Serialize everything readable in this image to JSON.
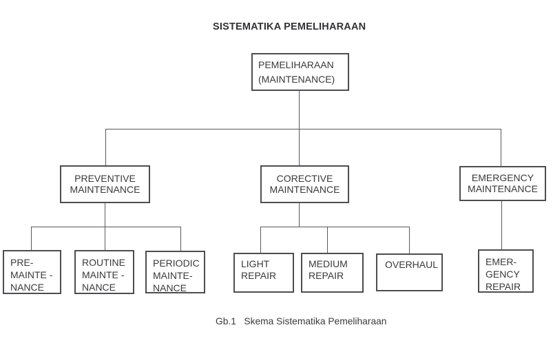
{
  "page": {
    "title": "SISTEMATIKA PEMELIHARAAN",
    "caption": "Gb.1   Skema Sistematika Pemeliharaan"
  },
  "colors": {
    "background": "#ffffff",
    "ink": "#3a3a3c",
    "line": "#58585a",
    "box_border": "#4d4d50"
  },
  "nodes": {
    "pemeliharaan": {
      "lines": [
        "PEMELIHARAAN",
        "(MAINTENANCE)"
      ]
    },
    "preventive": {
      "lines": [
        "PREVENTIVE",
        "MAINTENANCE"
      ]
    },
    "corective": {
      "lines": [
        "CORECTIVE",
        "MAINTENANCE"
      ]
    },
    "emergency": {
      "lines": [
        "EMERGENCY",
        "MAINTENANCE"
      ]
    },
    "pre_maintenance": {
      "lines": [
        "PRE-",
        "MAINTE -",
        "NANCE"
      ]
    },
    "routine_maintenance": {
      "lines": [
        "ROUTINE",
        "MAINTE -",
        "NANCE"
      ]
    },
    "periodic_maintenance": {
      "lines": [
        "PERIODIC",
        "MAINTE-",
        "NANCE"
      ]
    },
    "light_repair": {
      "lines": [
        "LIGHT",
        "REPAIR"
      ]
    },
    "medium_repair": {
      "lines": [
        "MEDIUM",
        "REPAIR"
      ]
    },
    "overhaul": {
      "lines": [
        "OVERHAUL"
      ]
    },
    "emergency_repair": {
      "lines": [
        "EMER-",
        "GENCY",
        "REPAIR"
      ]
    }
  }
}
